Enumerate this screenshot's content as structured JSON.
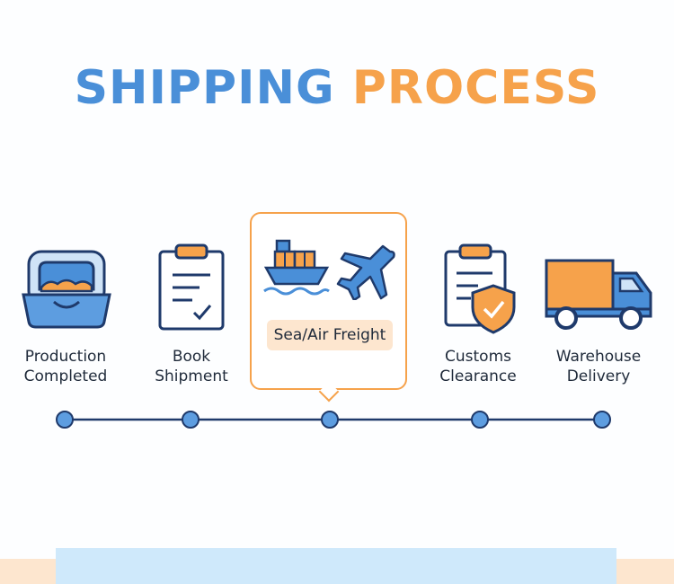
{
  "title": {
    "word1": "SHIPPING",
    "word2": "PROCESS"
  },
  "colors": {
    "blue": "#4a8fd8",
    "orange": "#f6a24b",
    "navy": "#1f3a6b",
    "peach": "#fde6cf",
    "light_blue": "#cfe9fb"
  },
  "steps": [
    {
      "icon": "litter-box-icon",
      "line1": "Production",
      "line2": "Completed"
    },
    {
      "icon": "clipboard-check-icon",
      "line1": "Book",
      "line2": "Shipment"
    },
    {
      "icon": "ship-plane-icon",
      "label": "Sea/Air Freight"
    },
    {
      "icon": "clipboard-shield-icon",
      "line1": "Customs",
      "line2": "Clearance"
    },
    {
      "icon": "truck-icon",
      "line1": "Warehouse",
      "line2": "Delivery"
    }
  ]
}
